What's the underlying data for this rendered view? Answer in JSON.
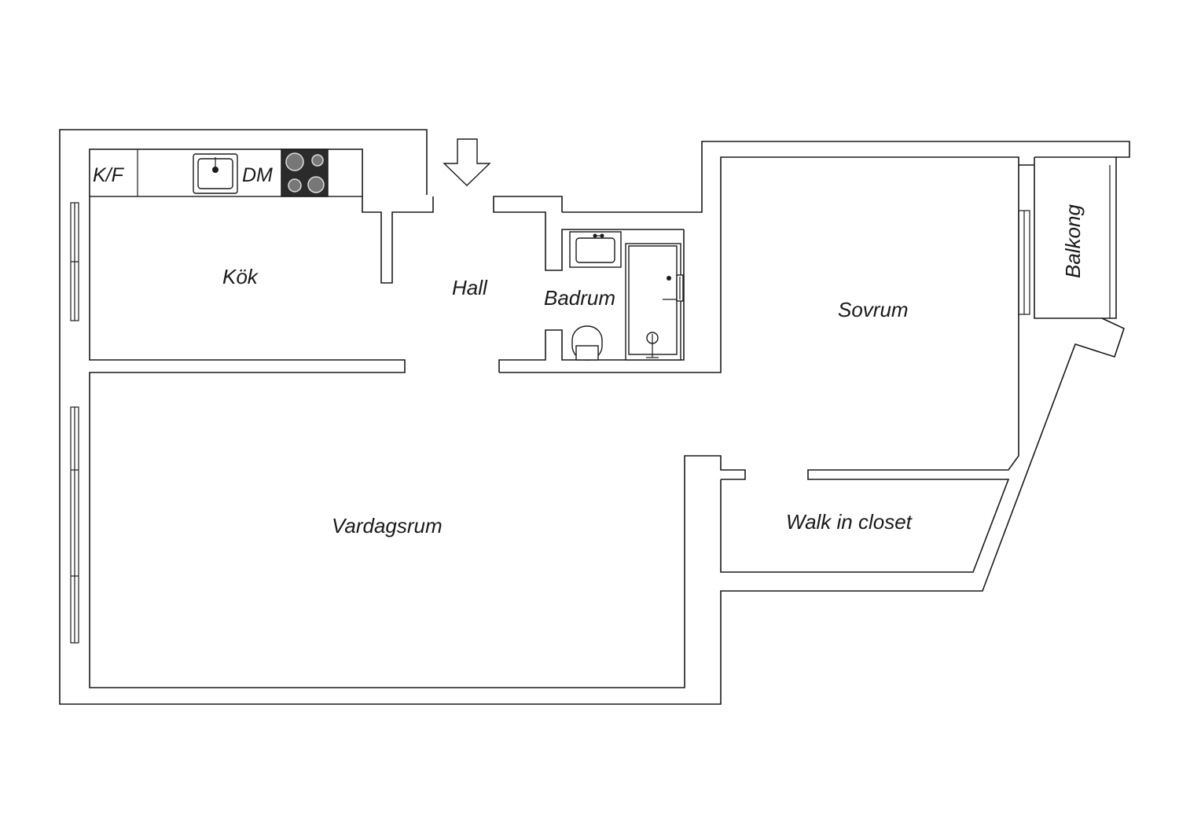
{
  "rooms": {
    "kitchen": "Kök",
    "hall": "Hall",
    "bathroom": "Badrum",
    "bedroom": "Sovrum",
    "balcony": "Balkong",
    "living_room": "Vardagsrum",
    "walk_in_closet": "Walk in closet"
  },
  "appliances": {
    "fridge_freezer": "K/F",
    "dishwasher": "DM"
  },
  "icons": {
    "entrance": "entrance-arrow-icon",
    "sink": "sink-icon",
    "stove": "stove-icon",
    "washbasin": "washbasin-icon",
    "toilet": "toilet-icon",
    "shower": "shower-icon"
  },
  "colors": {
    "line": "#1a1a1a",
    "stove_top": "#2b2b2b",
    "background": "#ffffff"
  }
}
